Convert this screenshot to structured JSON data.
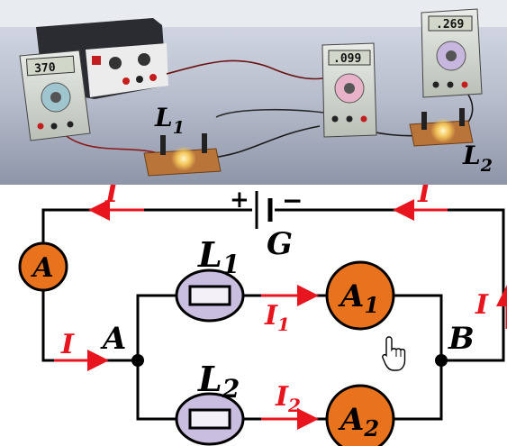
{
  "photo": {
    "meter_readings": [
      "370",
      ".099",
      ".269"
    ],
    "lamp_labels": [
      {
        "main": "L",
        "sub": "1"
      },
      {
        "main": "L",
        "sub": "2"
      }
    ]
  },
  "circuit": {
    "source": {
      "plus": "+",
      "minus": "−",
      "label": "G"
    },
    "main_ammeter": "A",
    "node_labels": {
      "left": "A",
      "right": "B"
    },
    "branch1": {
      "lamp": "L",
      "lamp_sub": "1",
      "current": "I",
      "current_sub": "1",
      "ammeter": "A",
      "ammeter_sub": "1"
    },
    "branch2": {
      "lamp": "L",
      "lamp_sub": "2",
      "current": "I",
      "current_sub": "2",
      "ammeter": "A",
      "ammeter_sub": "2"
    },
    "main_current_label": "I",
    "colors": {
      "wire": "#000000",
      "current_arrow": "#e8141e",
      "ammeter_fill": "#e8731c",
      "lamp_fill": "#c9bde0"
    }
  }
}
